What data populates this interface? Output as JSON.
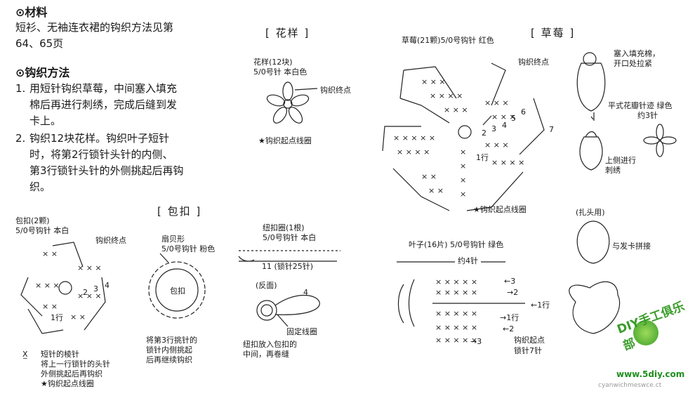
{
  "materials": {
    "heading": "⊙材料",
    "text_line1": "短衫、无袖连衣裙的钩织方法见第",
    "text_line2": "64、65页"
  },
  "method": {
    "heading": "⊙钩织方法",
    "steps": [
      {
        "num": "1.",
        "lines": [
          "用短针钩织草莓，中间塞入填充",
          "棉后再进行刺绣，完成后缝到发",
          "卡上。"
        ]
      },
      {
        "num": "2.",
        "lines": [
          "钩织12块花样。钩织叶子短针",
          "时，将第2行锁针头针的内侧、",
          "第3行锁针头针的外侧挑起后再钩",
          "织。"
        ]
      }
    ]
  },
  "sections": {
    "flower": "[ 花样 ]",
    "strawberry": "[ 草莓 ]",
    "button": "[ 包扣 ]"
  },
  "flower_notes": {
    "title": "花样(12块)",
    "yarn": "5/0号针 本白色",
    "end": "钩织终点",
    "start": "★钩织起点线圈"
  },
  "strawberry_notes": {
    "title": "草莓(21颗)5/0号钩针 红色",
    "end": "钩织终点",
    "start": "★钩织起点线圈",
    "rows": [
      "1行",
      "2",
      "3",
      "4",
      "5",
      "6",
      "7"
    ],
    "stuff_1": "塞入填充棉，",
    "stuff_2": "开口处拉紧",
    "petal_1": "平式花瓣针迹  绿色",
    "petal_2": "约3针",
    "upper_1": "上侧进行",
    "upper_2": "刺绣",
    "hair": "(扎头用)",
    "attach": "与发卡拼接"
  },
  "leaf_notes": {
    "title": "叶子(16片) 5/0号钩针 绿色",
    "width": "约4针",
    "arrows": [
      "←3",
      "→2",
      "←1行",
      "→1行",
      "←2",
      "→3"
    ],
    "start_1": "钩织起点",
    "start_2": "锁针7针"
  },
  "button_notes": {
    "title": "包扣(2颗)",
    "yarn": "5/0号钩针 本白",
    "end": "钩织终点",
    "rows": [
      "1行",
      "2",
      "3",
      "4"
    ],
    "scallop_1": "扇贝形",
    "scallop_2": "5/0号钩针 粉色",
    "center": "包扣",
    "note_1": "将第3行挑针的",
    "note_2": "锁针内侧挑起",
    "note_3": "后再继续钩织",
    "legend_sym": "X̲",
    "legend_1": "短针的棱针",
    "legend_2": "将上一行锁针的头针",
    "legend_3": "外侧挑起后再钩织",
    "legend_4": "★钩织起点线圈"
  },
  "ring_notes": {
    "title": "纽扣圈(1根)",
    "yarn": "5/0号钩针 本白",
    "chain": "11 (锁针25针)",
    "back": "(反面)",
    "num": "4",
    "fix": "固定线圈",
    "note_1": "纽扣放入包扣的",
    "note_2": "中间，再卷缝"
  },
  "watermark": {
    "text": "DIY手工俱乐部",
    "url": "www.5diy.com",
    "sub": "cyanwichmeswce.ct"
  }
}
